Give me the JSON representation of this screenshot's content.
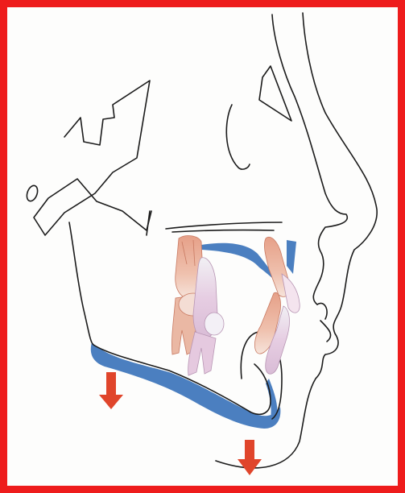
{
  "figure": {
    "description_labels": [],
    "colors": {
      "border": "#ee1c1c",
      "outline": "#1b1b1b",
      "shadow": "#4b7fc0",
      "arrow": "#e0452b",
      "tooth_upper": "#e9a58d",
      "tooth_lower": "#e7cfe3"
    },
    "arrows": [
      {
        "name": "jaw-angle-arrow",
        "direction": "down"
      },
      {
        "name": "chin-arrow",
        "direction": "down"
      }
    ],
    "icons": [
      "down-arrow-icon"
    ]
  }
}
